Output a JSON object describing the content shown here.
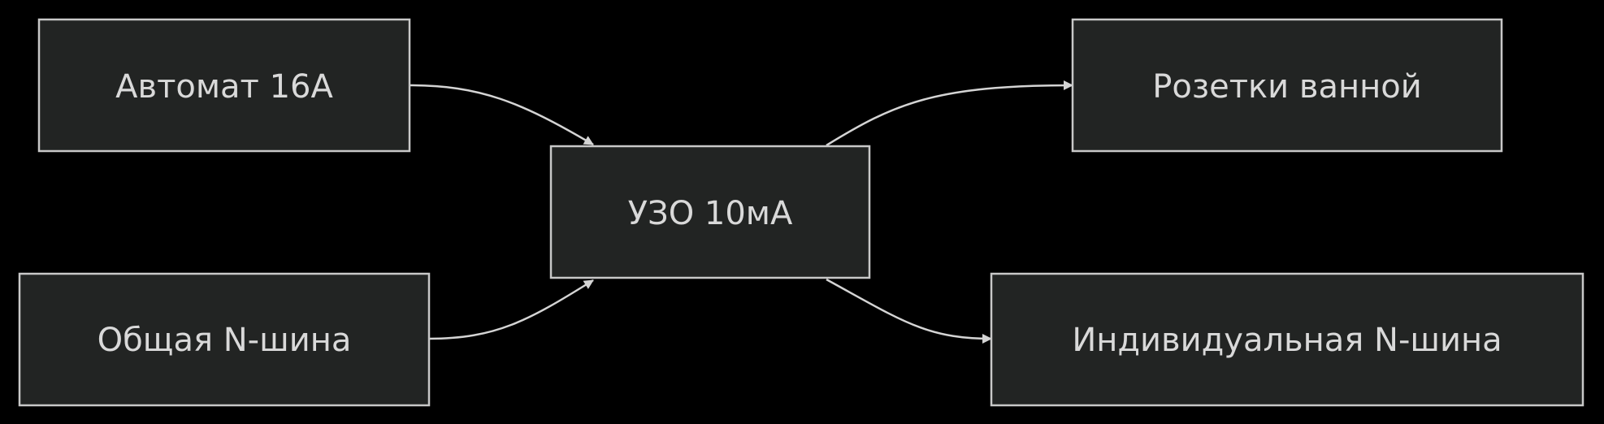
{
  "nodes": {
    "breaker": {
      "label": "Автомат 16А"
    },
    "common_neutral": {
      "label": "Общая N-шина"
    },
    "rcd": {
      "label": "УЗО 10мА"
    },
    "bath_sockets": {
      "label": "Розетки ванной"
    },
    "individual_neutral": {
      "label": "Индивидуальная N-шина"
    }
  },
  "edges": [
    {
      "from": "breaker",
      "to": "rcd"
    },
    {
      "from": "common_neutral",
      "to": "rcd"
    },
    {
      "from": "rcd",
      "to": "bath_sockets"
    },
    {
      "from": "rcd",
      "to": "individual_neutral"
    }
  ],
  "colors": {
    "background": "#000000",
    "node_fill": "#222423",
    "node_stroke": "#c8c8c8",
    "text": "#d9d9d9",
    "edge": "#d4d4d4"
  }
}
